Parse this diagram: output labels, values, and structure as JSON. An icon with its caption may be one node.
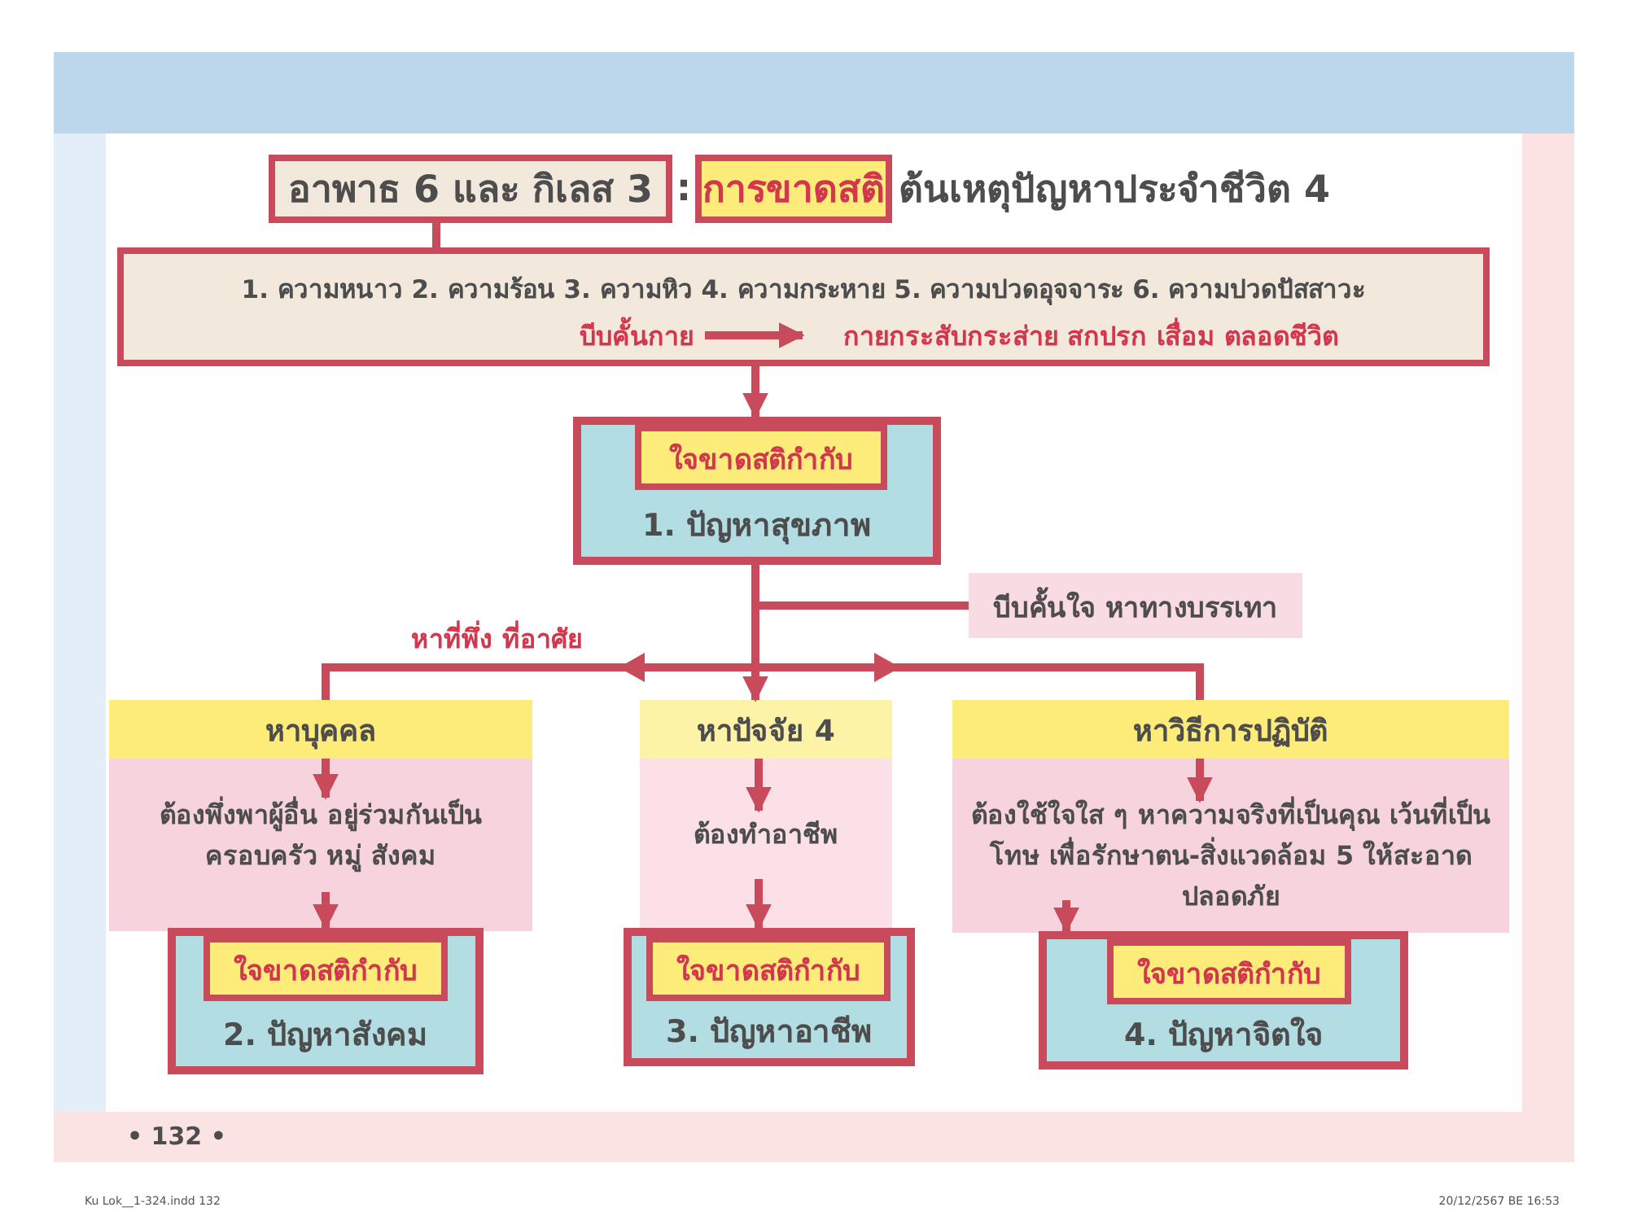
{
  "diagram": {
    "nodes": [
      {
        "text": [
          "อาพาธ 6 และ กิเลส 3"
        ]
      },
      {
        "text": [
          "การขาดสติ"
        ],
        "beside": [
          "ต้นเหตุปัญหาประจำชีวิต 4"
        ]
      },
      {
        "text": [
          "1. ความหนาว 2. ความร้อน 3. ความหิว 4. ความกระหาย 5. ความปวดอุจจาระ 6. ความปวดปัสสาวะ"
        ]
      },
      {
        "text": [
          "บีบคั้นกาย"
        ],
        "in": 2
      },
      {
        "text": [
          "กายกระสับกระส่าย สกปรก เสื่อม ตลอดชีวิต"
        ],
        "in": 2
      },
      {
        "text": [
          "1. ปัญหาสุขภาพ"
        ]
      },
      {
        "text": [
          "ใจขาดสติกำกับ"
        ],
        "in": 5
      },
      {
        "text": [
          "บีบคั้นใจ หาทางบรรเทา"
        ]
      },
      {
        "text": [
          "หาบุคคล"
        ]
      },
      {
        "text": [
          "ต้องพึ่งพาผู้อื่น อยู่ร่วมกันเป็น ครอบครัว หมู่ สังคม"
        ]
      },
      {
        "text": [
          "หาปัจจัย 4"
        ]
      },
      {
        "text": [
          "ต้องทำอาชีพ"
        ]
      },
      {
        "text": [
          "หาวิธีการปฏิบัติ"
        ]
      },
      {
        "text": [
          "ต้องใช้ใจใส ๆ หาความจริงที่เป็นคุณ เว้นที่เป็นโทษ เพื่อรักษาตน-สิ่งแวดล้อม 5 ให้สะอาด ปลอดภัย"
        ]
      },
      {
        "text": [
          "2. ปัญหาสังคม"
        ]
      },
      {
        "text": [
          "ใจขาดสติกำกับ"
        ],
        "in": 14
      },
      {
        "text": [
          "3. ปัญหาอาชีพ"
        ]
      },
      {
        "text": [
          "ใจขาดสติกำกับ"
        ],
        "in": 16
      },
      {
        "text": [
          "4. ปัญหาจิตใจ"
        ]
      },
      {
        "text": [
          "ใจขาดสติกำกับ"
        ],
        "in": 18
      }
    ],
    "edges": [
      {
        "from": 0,
        "to": 2,
        "arrow": "none"
      },
      {
        "from": 3,
        "to": 4,
        "arrow": "to"
      },
      {
        "from": 2,
        "to": 5,
        "arrow": "to"
      },
      {
        "from": 5,
        "to": 7,
        "arrow": "none"
      },
      {
        "from": 5,
        "to": 8,
        "arrow": "to",
        "label": "หาที่พึ่ง ที่อาศัย"
      },
      {
        "from": 5,
        "to": 10,
        "arrow": "to"
      },
      {
        "from": 5,
        "to": 12,
        "arrow": "to"
      },
      {
        "from": 8,
        "to": 9,
        "arrow": "to"
      },
      {
        "from": 10,
        "to": 11,
        "arrow": "to"
      },
      {
        "from": 12,
        "to": 13,
        "arrow": "to"
      },
      {
        "from": 9,
        "to": 14,
        "arrow": "to"
      },
      {
        "from": 11,
        "to": 16,
        "arrow": "to"
      },
      {
        "from": 13,
        "to": 18,
        "arrow": "to"
      }
    ],
    "labels": [
      ":",
      "• 132 •",
      "Ku Lok__1-324.indd 132",
      "20/12/2567 BE 16:53"
    ]
  }
}
